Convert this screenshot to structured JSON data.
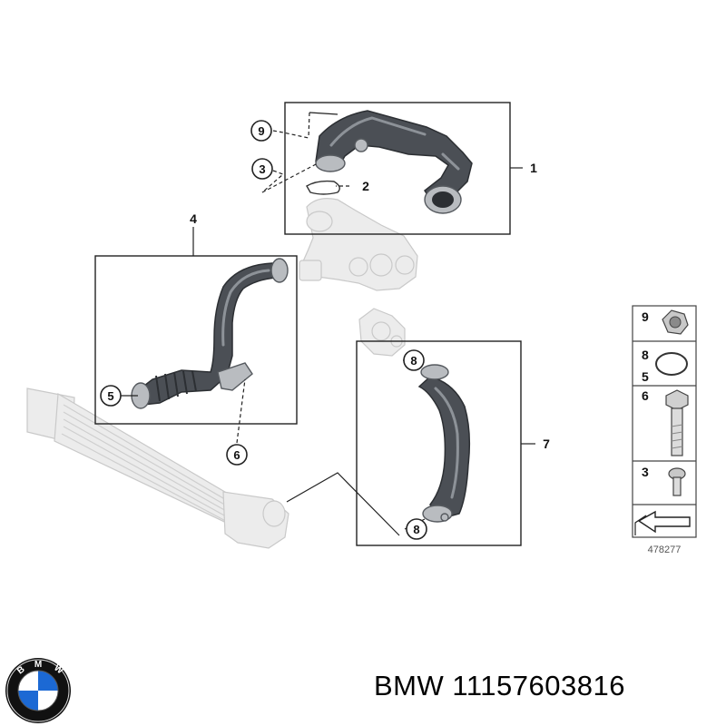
{
  "diagram": {
    "callouts": {
      "c9": "9",
      "c3": "3",
      "c2": "2",
      "c1": "1",
      "c4": "4",
      "c5": "5",
      "c6": "6",
      "c7": "7",
      "c8a": "8",
      "c8b": "8"
    },
    "legend": {
      "rows": [
        "9",
        "8",
        "5",
        "6",
        "3"
      ],
      "diagram_number": "478277"
    }
  },
  "logo": {
    "letters": [
      "B",
      "M",
      "W"
    ],
    "colors": {
      "blue": "#1c69d4",
      "white": "#ffffff",
      "ring": "#111111"
    }
  },
  "footer": {
    "brand": "BMW",
    "part_number": "11157603816"
  }
}
